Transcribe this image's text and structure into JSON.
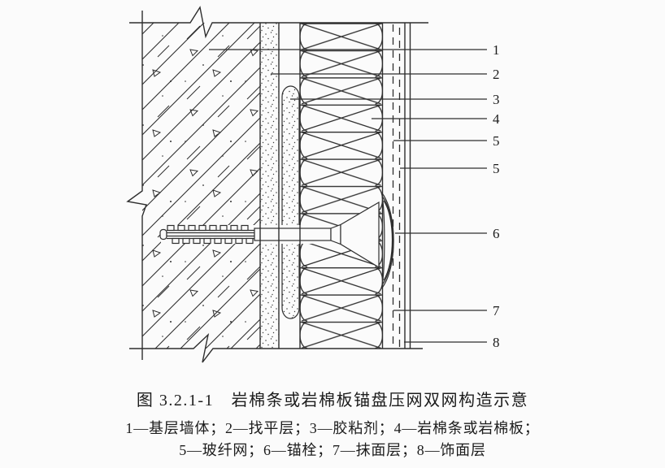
{
  "figure_caption": {
    "title": "图 3.2.1-1　岩棉条或岩棉板锚盘压网双网构造示意",
    "legend_line_1": "1—基层墙体；2—找平层；3—胶粘剂；4—岩棉条或岩棉板；",
    "legend_line_2": "5—玻纤网；6—锚栓；7—抹面层；8—饰面层"
  },
  "callouts": {
    "n1": "1",
    "n2": "2",
    "n3": "3",
    "n4": "4",
    "n5a": "5",
    "n5b": "5",
    "n6": "6",
    "n7": "7",
    "n8": "8"
  },
  "legend_items": [
    {
      "number": "1",
      "name": "基层墙体"
    },
    {
      "number": "2",
      "name": "找平层"
    },
    {
      "number": "3",
      "name": "胶粘剂"
    },
    {
      "number": "4",
      "name": "岩棉条或岩棉板"
    },
    {
      "number": "5",
      "name": "玻纤网"
    },
    {
      "number": "6",
      "name": "锚栓"
    },
    {
      "number": "7",
      "name": "抹面层"
    },
    {
      "number": "8",
      "name": "饰面层"
    }
  ],
  "colors": {
    "background": "#fbfbfb",
    "line_color": "#2e2e2e",
    "text_color": "#1c1c1c"
  }
}
